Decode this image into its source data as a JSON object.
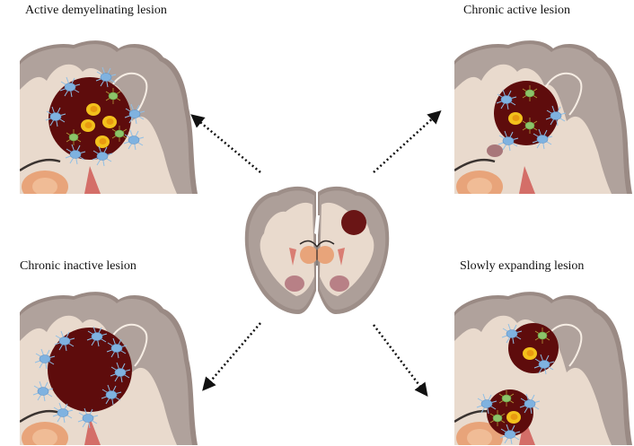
{
  "colors": {
    "cortex": "#a89a94",
    "cortex_edge": "#8a7d77",
    "white_matter": "#e8d9cc",
    "lesion": "#5e0c0c",
    "lesion_center": "#6e1a1a",
    "astrocyte": "#8fbfe6",
    "microglia": "#8cc46a",
    "macrophage": "#f3c11c",
    "macrophage_inner": "#e89a10",
    "deep_nuclei": "#e9a77a",
    "putamen": "#d97d73",
    "thalamus": "#b88086"
  },
  "panels": [
    {
      "id": "active",
      "title": "Active demyelinating lesion",
      "cells": "macrophages, microglia, astrocytes"
    },
    {
      "id": "chronic-active",
      "title": "Chronic active lesion",
      "cells": "microglia rim, astrocytes, one macrophage"
    },
    {
      "id": "chronic-inactive",
      "title": "Chronic inactive lesion",
      "cells": "astrocytic scar"
    },
    {
      "id": "slowly-expanding",
      "title": "Slowly expanding lesion",
      "cells": "two lesions with microglia, astrocytes, macrophages"
    }
  ]
}
